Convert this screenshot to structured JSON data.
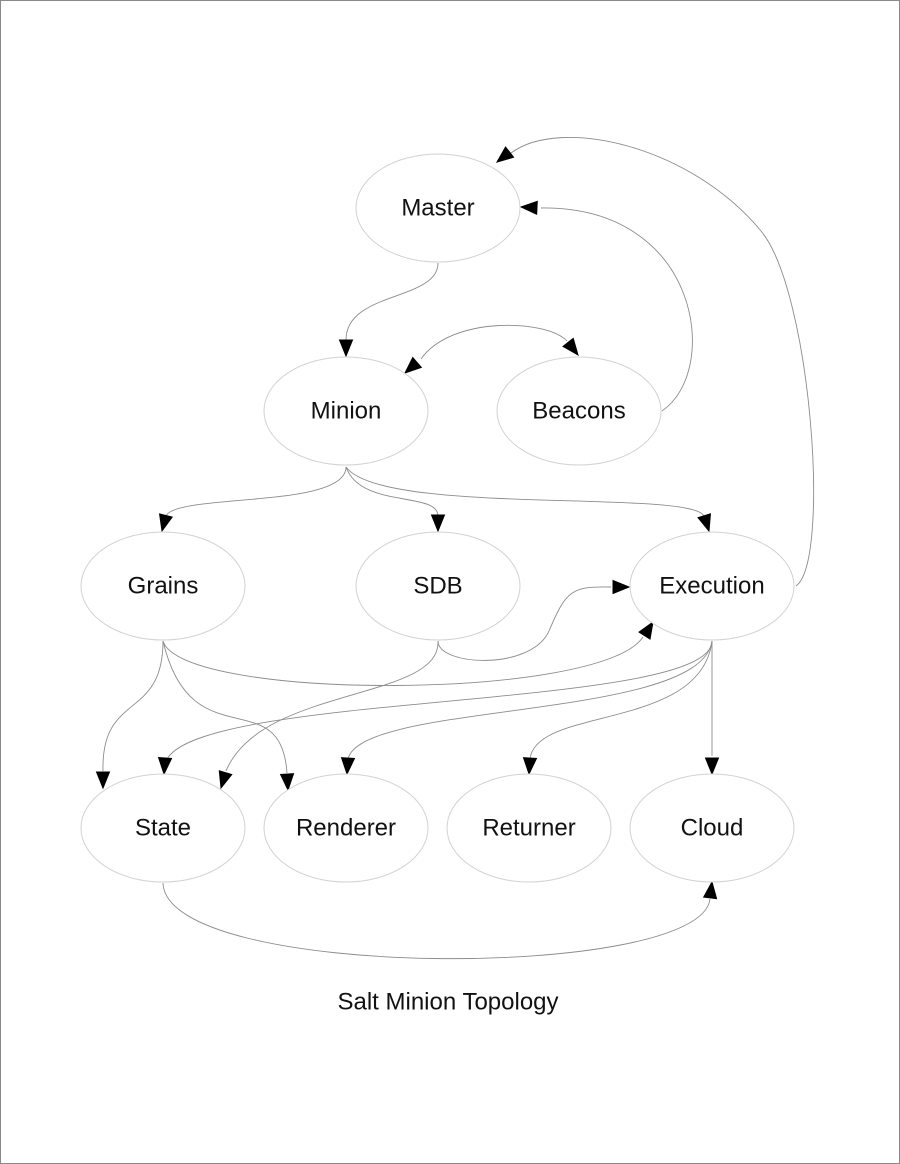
{
  "diagram": {
    "caption": "Salt Minion Topology",
    "nodes": [
      {
        "id": "master",
        "label": "Master"
      },
      {
        "id": "minion",
        "label": "Minion"
      },
      {
        "id": "beacons",
        "label": "Beacons"
      },
      {
        "id": "grains",
        "label": "Grains"
      },
      {
        "id": "sdb",
        "label": "SDB"
      },
      {
        "id": "execution",
        "label": "Execution"
      },
      {
        "id": "state",
        "label": "State"
      },
      {
        "id": "renderer",
        "label": "Renderer"
      },
      {
        "id": "returner",
        "label": "Returner"
      },
      {
        "id": "cloud",
        "label": "Cloud"
      }
    ],
    "edges": [
      {
        "from": "master",
        "to": "minion"
      },
      {
        "from": "minion",
        "to": "beacons",
        "bidirectional": true
      },
      {
        "from": "beacons",
        "to": "master"
      },
      {
        "from": "minion",
        "to": "grains"
      },
      {
        "from": "minion",
        "to": "sdb"
      },
      {
        "from": "minion",
        "to": "execution"
      },
      {
        "from": "execution",
        "to": "master"
      },
      {
        "from": "sdb",
        "to": "execution"
      },
      {
        "from": "grains",
        "to": "execution"
      },
      {
        "from": "grains",
        "to": "state"
      },
      {
        "from": "grains",
        "to": "renderer"
      },
      {
        "from": "sdb",
        "to": "state"
      },
      {
        "from": "execution",
        "to": "state"
      },
      {
        "from": "execution",
        "to": "renderer"
      },
      {
        "from": "execution",
        "to": "returner"
      },
      {
        "from": "execution",
        "to": "cloud"
      },
      {
        "from": "state",
        "to": "cloud"
      }
    ]
  }
}
